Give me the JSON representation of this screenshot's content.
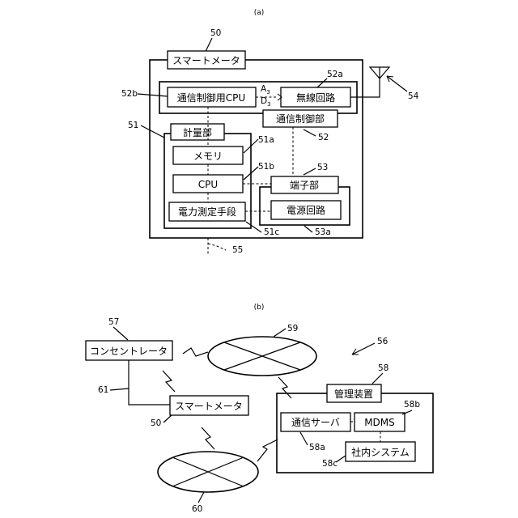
{
  "panel_a": {
    "caption": "(a)",
    "ref_meter": "50",
    "meter_title": "スマートメータ",
    "comm_cpu": "通信制御用CPU",
    "ref_comm_cpu": "52b",
    "signal_a": "A",
    "signal_a_sub": "3",
    "signal_d": "D",
    "signal_d_sub": "3",
    "radio": "無線回路",
    "ref_radio": "52a",
    "ref_antenna": "54",
    "comm_ctrl": "通信制御部",
    "ref_comm_ctrl": "52",
    "measure": "計量部",
    "ref_measure": "51",
    "memory": "メモリ",
    "ref_memory": "51a",
    "cpu": "CPU",
    "ref_cpu": "51b",
    "terminal": "端子部",
    "ref_terminal": "53",
    "power_meas": "電力測定手段",
    "ref_power_meas": "51c",
    "power_circuit": "電源回路",
    "ref_power_circuit": "53a",
    "ref_line": "55"
  },
  "panel_b": {
    "caption": "(b)",
    "ref_concentrator": "57",
    "concentrator": "コンセントレータ",
    "ref_net59": "59",
    "ref_system": "56",
    "ref_mgmt": "58",
    "mgmt": "管理装置",
    "ref_line61": "61",
    "meter": "スマートメータ",
    "ref_meter": "50",
    "comm_server": "通信サーバ",
    "ref_comm_server": "58a",
    "mdms": "MDMS",
    "ref_mdms": "58b",
    "internal": "社内システム",
    "ref_internal": "58c",
    "ref_net60": "60"
  }
}
